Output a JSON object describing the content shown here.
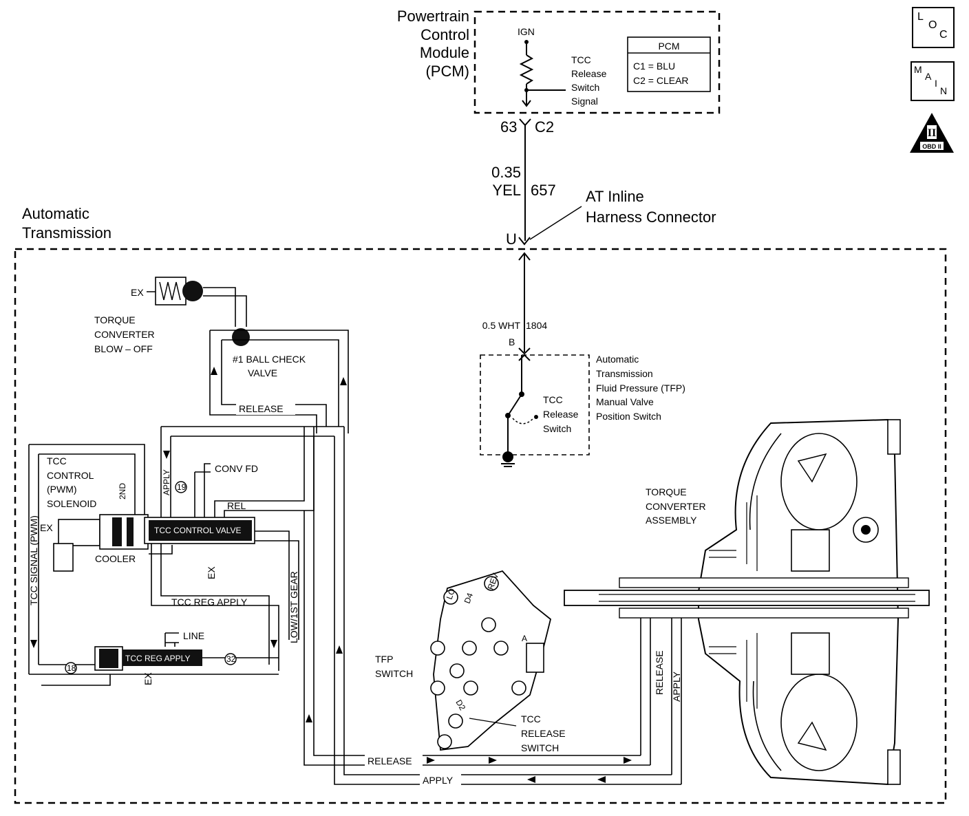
{
  "pcm": {
    "title_lines": [
      "Powertrain",
      "Control",
      "Module",
      "(PCM)"
    ],
    "ign": "IGN",
    "signal_lines": [
      "TCC",
      "Release",
      "Switch",
      "Signal"
    ],
    "box_title": "PCM",
    "box_lines": [
      "C1 = BLU",
      "C2 = CLEAR"
    ],
    "pin": "63",
    "connector": "C2"
  },
  "wire_upper": {
    "gauge_color": [
      "0.35",
      "YEL"
    ],
    "circuit": "657"
  },
  "inline_connector": {
    "label_lines": [
      "AT Inline",
      "Harness Connector"
    ],
    "terminal": "U"
  },
  "wire_lower": {
    "spec": "0.5 WHT",
    "circuit": "1804",
    "terminal": "B"
  },
  "transmission": {
    "title_lines": [
      "Automatic",
      "Transmission"
    ]
  },
  "tfp": {
    "label_lines": [
      "Automatic",
      "Transmission",
      "Fluid Pressure (TFP)",
      "Manual Valve",
      "Position Switch"
    ],
    "switch_lines": [
      "TCC",
      "Release",
      "Switch"
    ]
  },
  "hydraulic": {
    "ex": "EX",
    "blowoff_lines": [
      "TORQUE",
      "CONVERTER",
      "BLOW – OFF"
    ],
    "ball_check_lines": [
      "#1 BALL CHECK",
      "VALVE"
    ],
    "release": "RELEASE",
    "apply": "APPLY",
    "conv_fd": "CONV FD",
    "rel": "REL",
    "solenoid_lines": [
      "TCC",
      "CONTROL",
      "(PWM)",
      "SOLENOID"
    ],
    "second": "2ND",
    "control_valve": "TCC CONTROL VALVE",
    "cooler": "COOLER",
    "tcc_signal": "TCC SIGNAL (PWM)",
    "low_first": "LOW/1ST GEAR",
    "reg_apply": "TCC REG APPLY",
    "line": "LINE",
    "reg_apply_valve": "TCC REG APPLY",
    "orifice_19": "19",
    "orifice_18": "18",
    "orifice_32": "32"
  },
  "tfp_switch": {
    "label_lines": [
      "TFP",
      "SWITCH"
    ],
    "release_lines": [
      "TCC",
      "RELEASE",
      "SWITCH"
    ],
    "ports": {
      "lo": "LO",
      "d4": "D4",
      "rev": "REV",
      "d2": "D2",
      "a": "A"
    }
  },
  "converter": {
    "label_lines": [
      "TORQUE",
      "CONVERTER",
      "ASSEMBLY"
    ],
    "release": "RELEASE",
    "apply": "APPLY"
  },
  "icons": {
    "loc": [
      "L",
      "O",
      "C"
    ],
    "main": [
      "M",
      "A",
      "I",
      "N"
    ],
    "obd_num": "II",
    "obd_text": "OBD II"
  }
}
